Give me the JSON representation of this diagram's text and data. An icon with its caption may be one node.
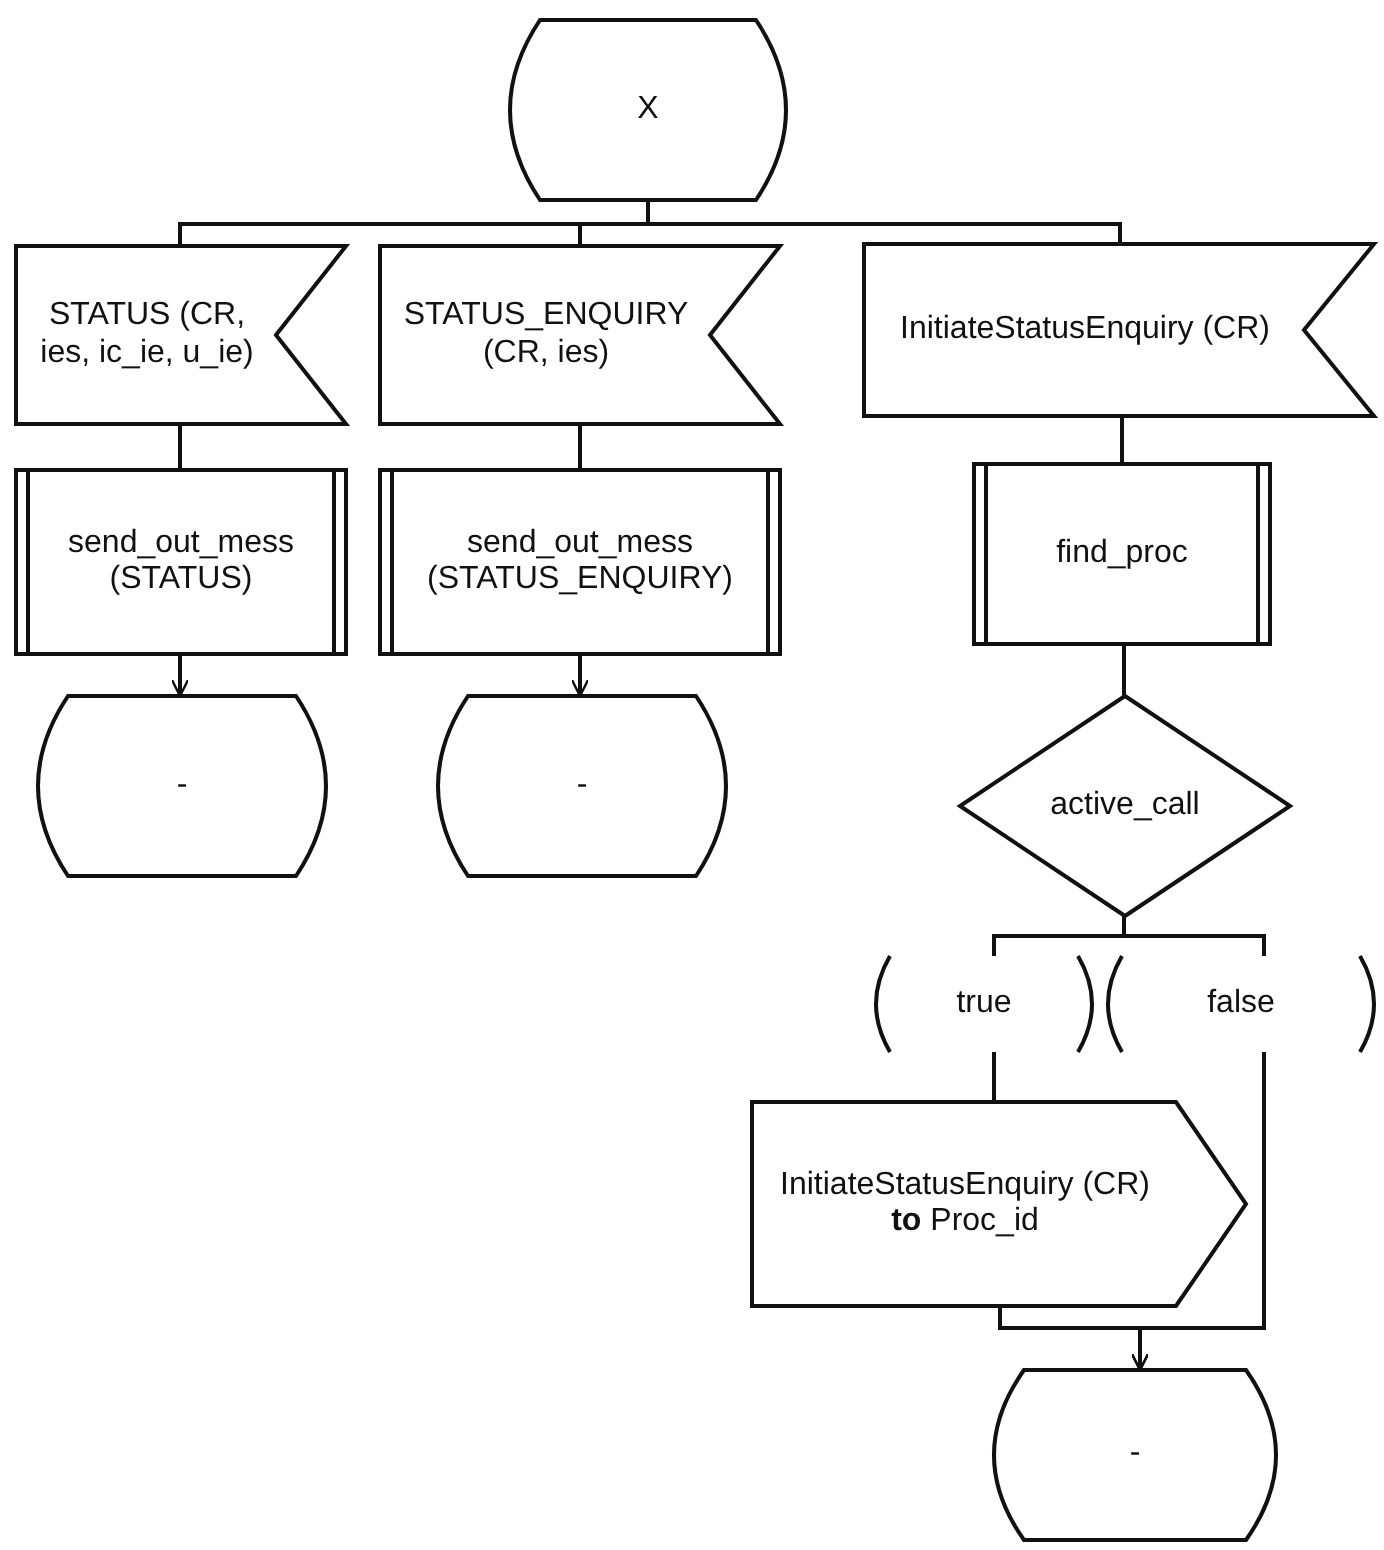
{
  "diagram": {
    "nodes": [
      {
        "text": [
          "X"
        ]
      },
      {
        "text": [
          "STATUS (CR, ies, ic_ie, u_ie)"
        ]
      },
      {
        "text": [
          "STATUS_ENQUIRY (CR, ies)"
        ]
      },
      {
        "text": [
          "InitiateStatusEnquiry (CR)"
        ]
      },
      {
        "text": [
          "send_out_mess (STATUS)"
        ]
      },
      {
        "text": [
          "send_out_mess (STATUS_ENQUIRY)"
        ]
      },
      {
        "text": [
          "-"
        ]
      },
      {
        "text": [
          "-"
        ]
      },
      {
        "text": [
          "find_proc"
        ]
      },
      {
        "text": [
          "active_call"
        ]
      },
      {
        "text": [
          "true"
        ]
      },
      {
        "text": [
          "false"
        ]
      },
      {
        "text": [
          "InitiateStatusEnquiry (CR) **to** Proc_id"
        ]
      },
      {
        "text": [
          "-"
        ]
      }
    ],
    "edges": [
      {
        "from": 0,
        "to": 1,
        "arrow": "none"
      },
      {
        "from": 0,
        "to": 2,
        "arrow": "none"
      },
      {
        "from": 0,
        "to": 3,
        "arrow": "none"
      },
      {
        "from": 1,
        "to": 4,
        "arrow": "none"
      },
      {
        "from": 4,
        "to": 6,
        "arrow": "to"
      },
      {
        "from": 2,
        "to": 5,
        "arrow": "none"
      },
      {
        "from": 5,
        "to": 7,
        "arrow": "to"
      },
      {
        "from": 3,
        "to": 8,
        "arrow": "none"
      },
      {
        "from": 8,
        "to": 9,
        "arrow": "none"
      },
      {
        "from": 9,
        "to": 10,
        "arrow": "none"
      },
      {
        "from": 9,
        "to": 11,
        "arrow": "none"
      },
      {
        "from": 10,
        "to": 12,
        "arrow": "none"
      },
      {
        "from": 12,
        "to": 13,
        "arrow": "to"
      },
      {
        "from": 11,
        "to": 13,
        "arrow": "to"
      }
    ]
  }
}
